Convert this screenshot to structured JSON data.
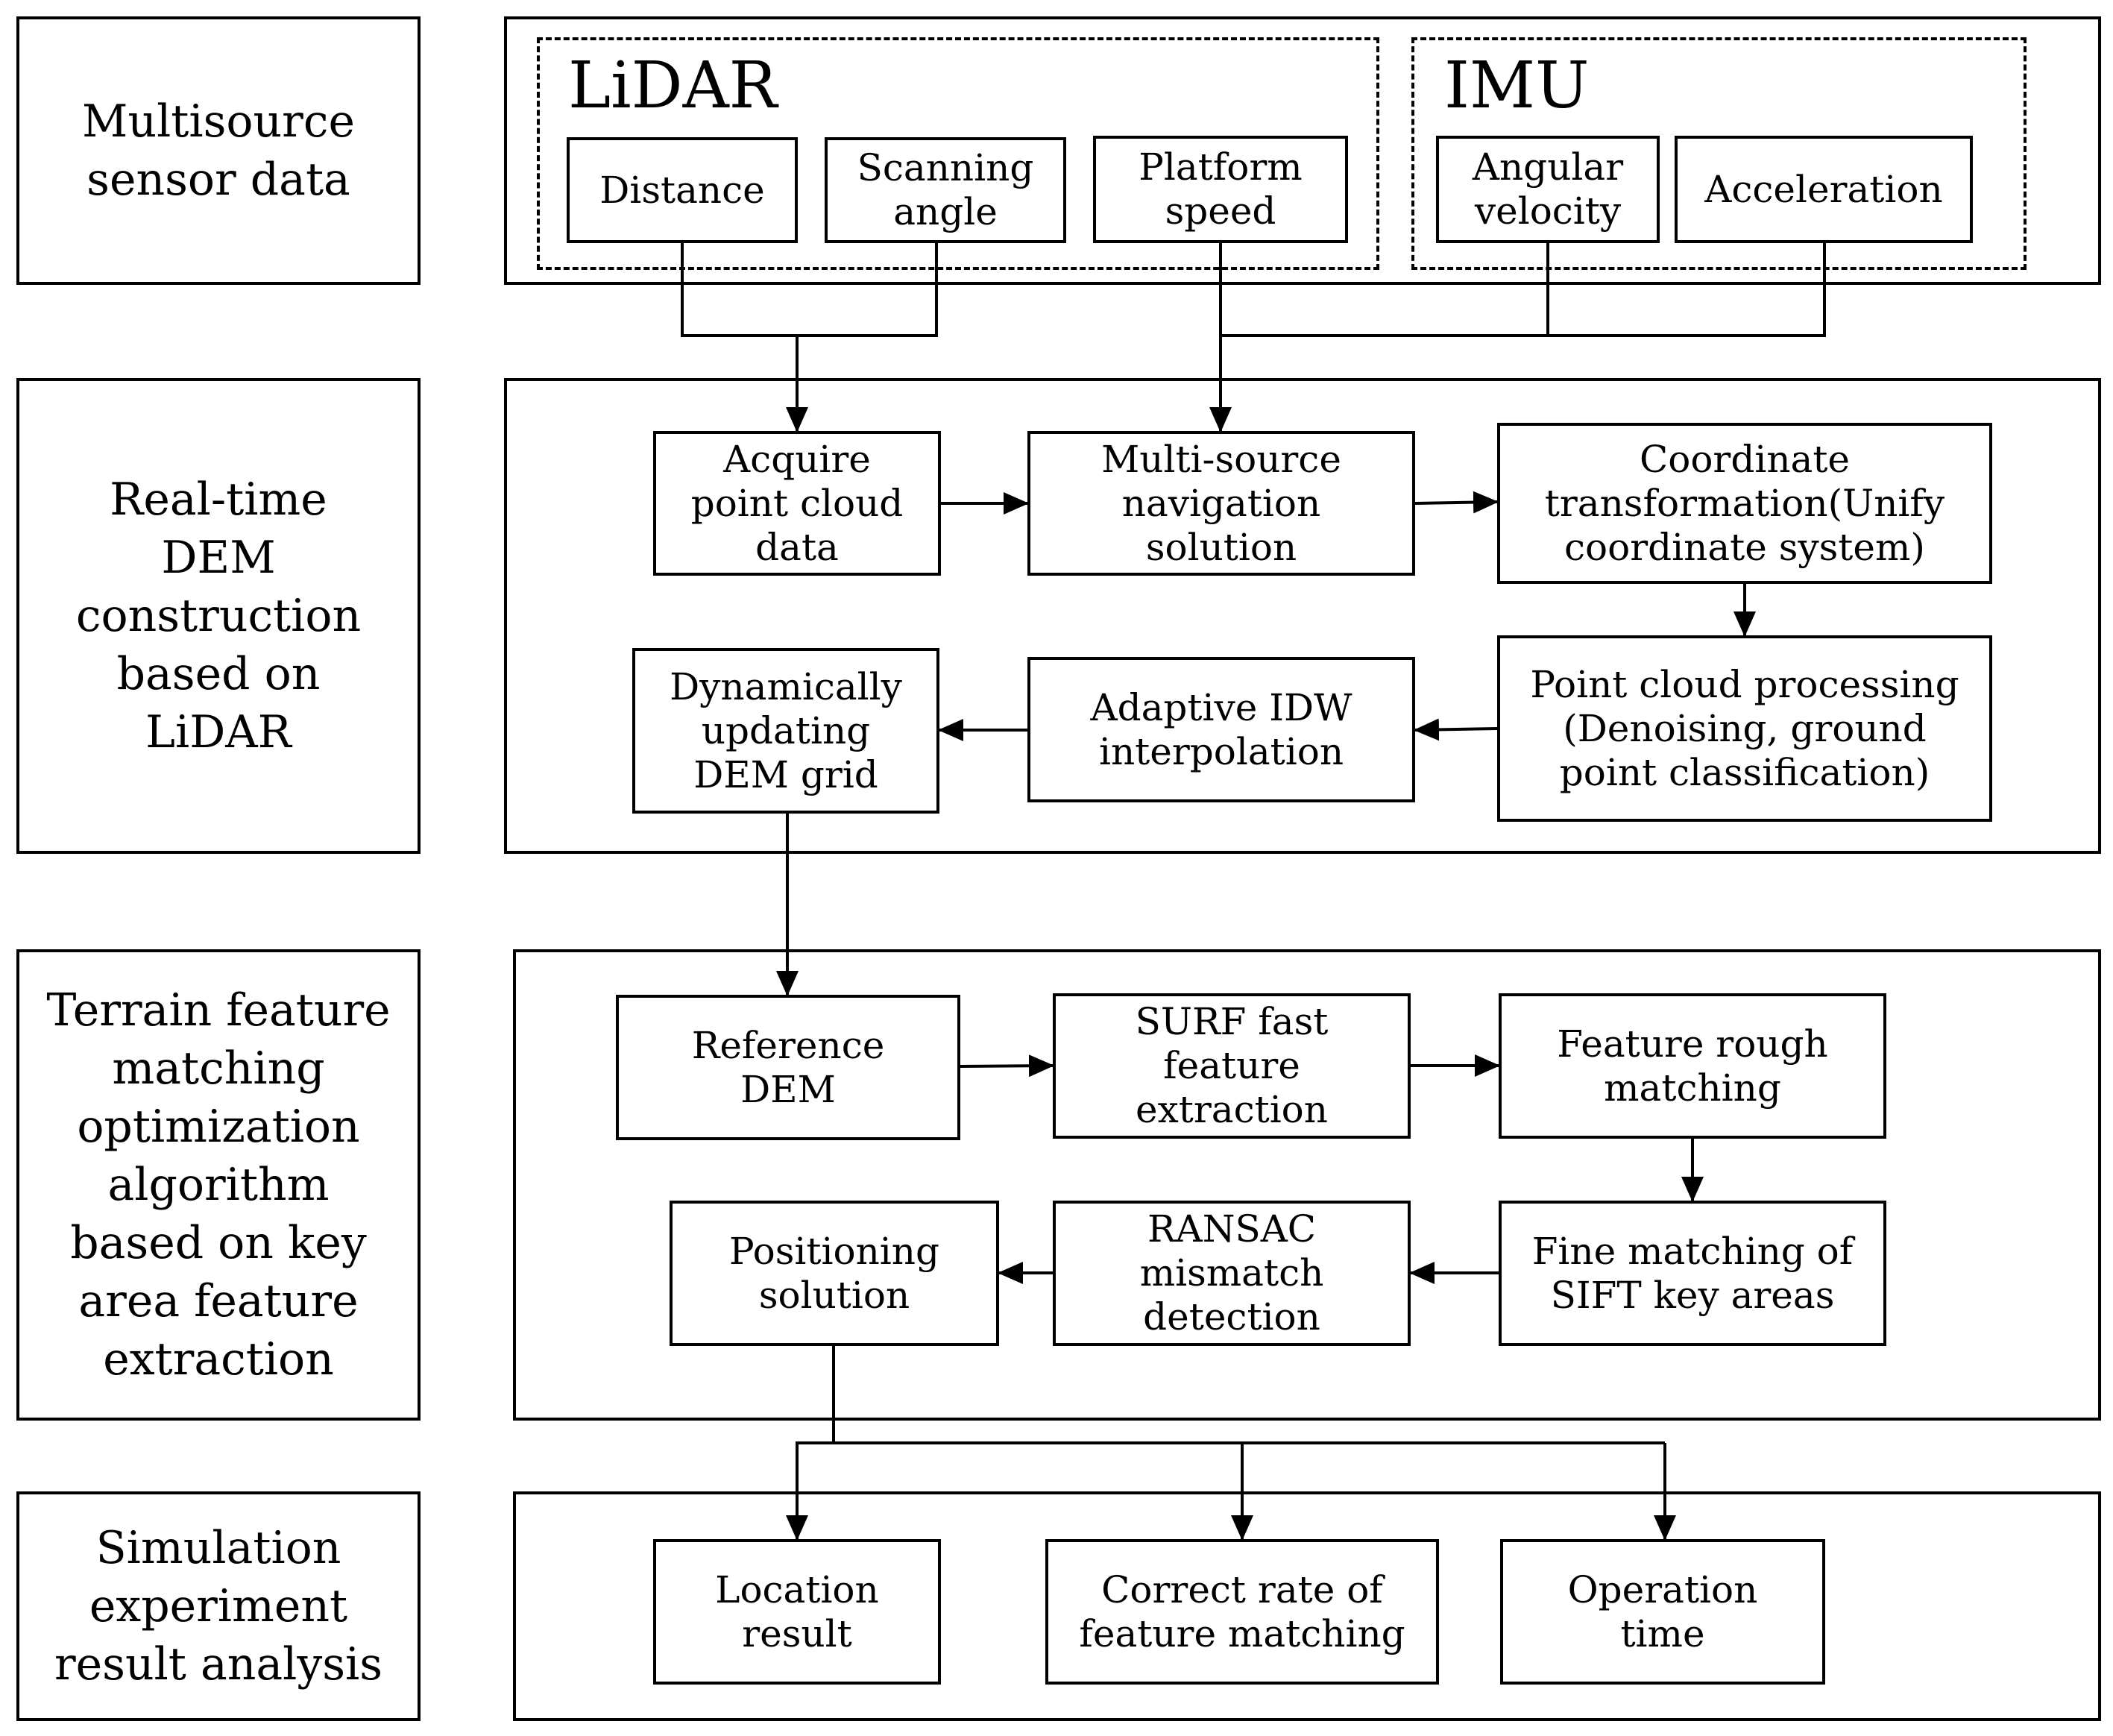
{
  "stages": [
    {
      "id": "stage-1",
      "label": "Multisource\nsensor data"
    },
    {
      "id": "stage-2",
      "label": "Real-time\nDEM\nconstruction\nbased on\nLiDAR"
    },
    {
      "id": "stage-3",
      "label": "Terrain feature\nmatching\noptimization\nalgorithm\nbased on key\narea feature\nextraction"
    },
    {
      "id": "stage-4",
      "label": "Simulation\nexperiment\nresult analysis"
    }
  ],
  "sensors": {
    "lidar_title": "LiDAR",
    "imu_title": "IMU",
    "distance": "Distance",
    "scanning_angle": "Scanning\nangle",
    "platform_speed": "Platform\nspeed",
    "angular_velocity": "Angular\nvelocity",
    "acceleration": "Acceleration"
  },
  "dem": {
    "acquire": "Acquire\npoint cloud\ndata",
    "navigation": "Multi-source\nnavigation\nsolution",
    "coordinate": "Coordinate\ntransformation(Unify\ncoordinate system)",
    "point_cloud": "Point cloud  processing\n(Denoising, ground\npoint classification)",
    "idw": "Adaptive IDW\ninterpolation",
    "dem_grid": "Dynamically\nupdating\nDEM grid"
  },
  "matching": {
    "reference": "Reference\nDEM",
    "surf": "SURF fast\nfeature\nextraction",
    "rough": "Feature rough\nmatching",
    "sift": "Fine matching of\nSIFT key areas",
    "ransac": "RANSAC\nmismatch\ndetection",
    "positioning": "Positioning\nsolution"
  },
  "results": {
    "location": "Location\nresult",
    "correct_rate": "Correct rate of\nfeature matching",
    "operation_time": "Operation\ntime"
  }
}
